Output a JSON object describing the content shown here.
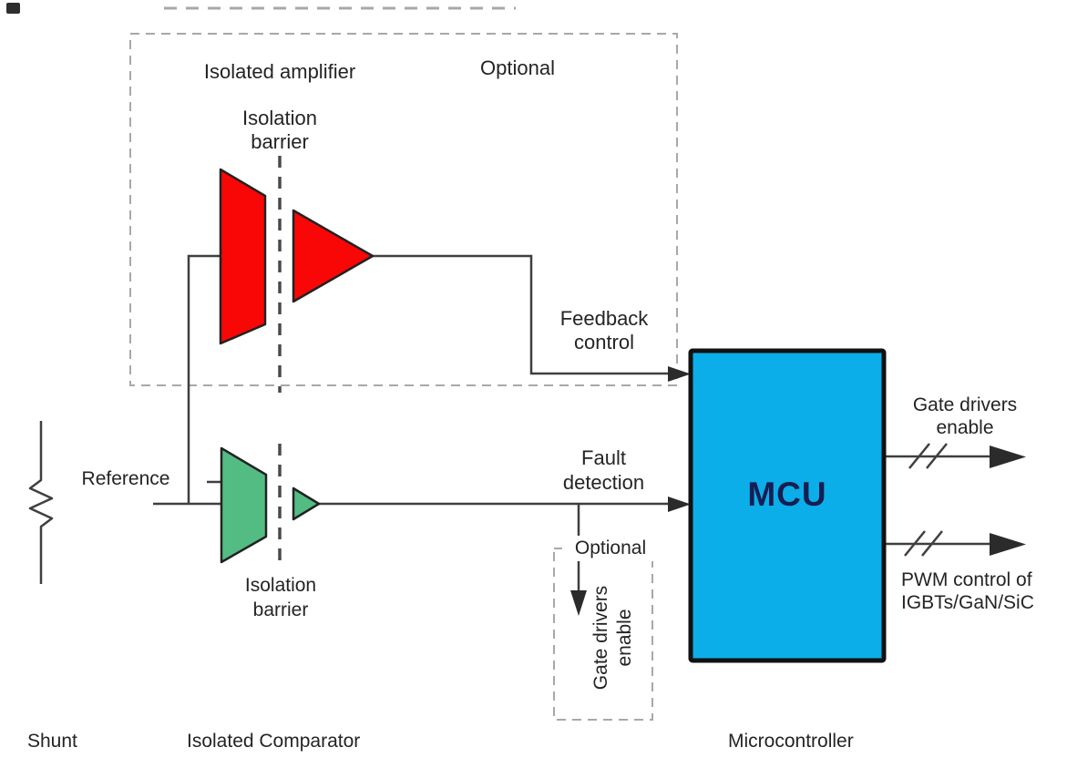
{
  "colors": {
    "background": "#ffffff",
    "red": "#f90606",
    "green": "#53bc83",
    "mcu_fill": "#0baee9",
    "mcu_border": "#111111",
    "mcu_text": "#171d52",
    "line": "#3f3f3f",
    "arrow": "#2b2b2b",
    "shape_outline": "#222222",
    "dashed_border": "#a8a8a8",
    "barrier": "#4a4a4a",
    "text": "#242424"
  },
  "top_box": {
    "isolated_amplifier": "Isolated amplifier",
    "optional": "Optional",
    "isolation_barrier": [
      "Isolation",
      "barrier"
    ]
  },
  "comparator": {
    "reference": "Reference",
    "isolation_barrier": [
      "Isolation",
      "barrier"
    ]
  },
  "signals": {
    "feedback_control": [
      "Feedback",
      "control"
    ],
    "fault_detection": [
      "Fault",
      "detection"
    ]
  },
  "optional_enable_box": {
    "optional": "Optional",
    "gate_drivers_enable": [
      "Gate drivers",
      "enable"
    ]
  },
  "mcu": {
    "label": "MCU"
  },
  "outputs": {
    "gate_drivers_enable": [
      "Gate drivers",
      "enable"
    ],
    "pwm_control": [
      "PWM control of",
      "IGBTs/GaN/SiC"
    ]
  },
  "footer": {
    "shunt": "Shunt",
    "isolated_comparator": "Isolated Comparator",
    "microcontroller": "Microcontroller"
  },
  "shapes": {
    "shunt_resistor": "vertical zigzag resistor symbol",
    "isolated_amplifier_input_stage": "red trapezoid",
    "isolated_amplifier_output_stage": "red triangle",
    "comparator_input_stage": "green trapezoid",
    "comparator_output_stage": "green triangle",
    "isolation_barrier_line": "vertical dashed line",
    "bus_slash": "double slash marks on MCU output arrows"
  }
}
